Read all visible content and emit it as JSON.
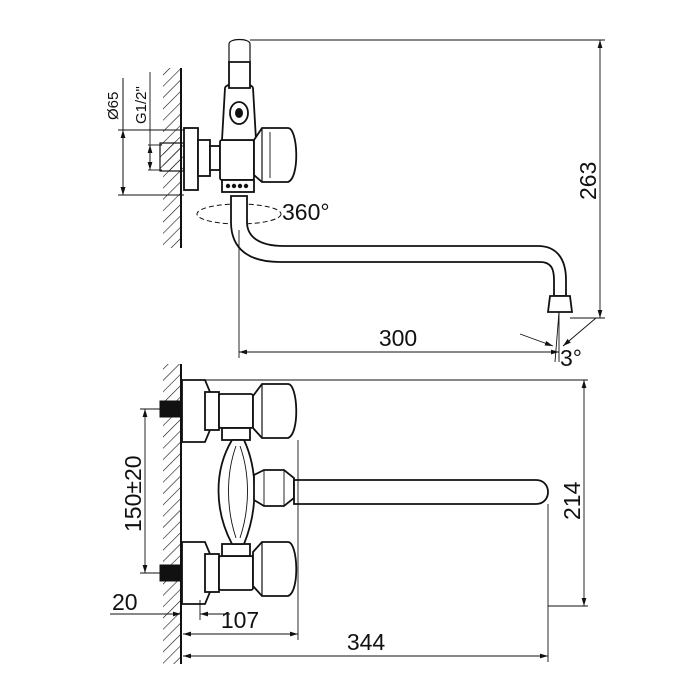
{
  "drawing": {
    "top_view": {
      "diameter_label": "Ø65",
      "thread_label": "G1/2\"",
      "rotation_label": "360°",
      "height_label": "263",
      "reach_label": "300",
      "angle_label": "3°"
    },
    "front_view": {
      "spacing_label": "150±20",
      "total_height_label": "214",
      "offset_label": "20",
      "depth_label": "107",
      "total_length_label": "344"
    }
  }
}
